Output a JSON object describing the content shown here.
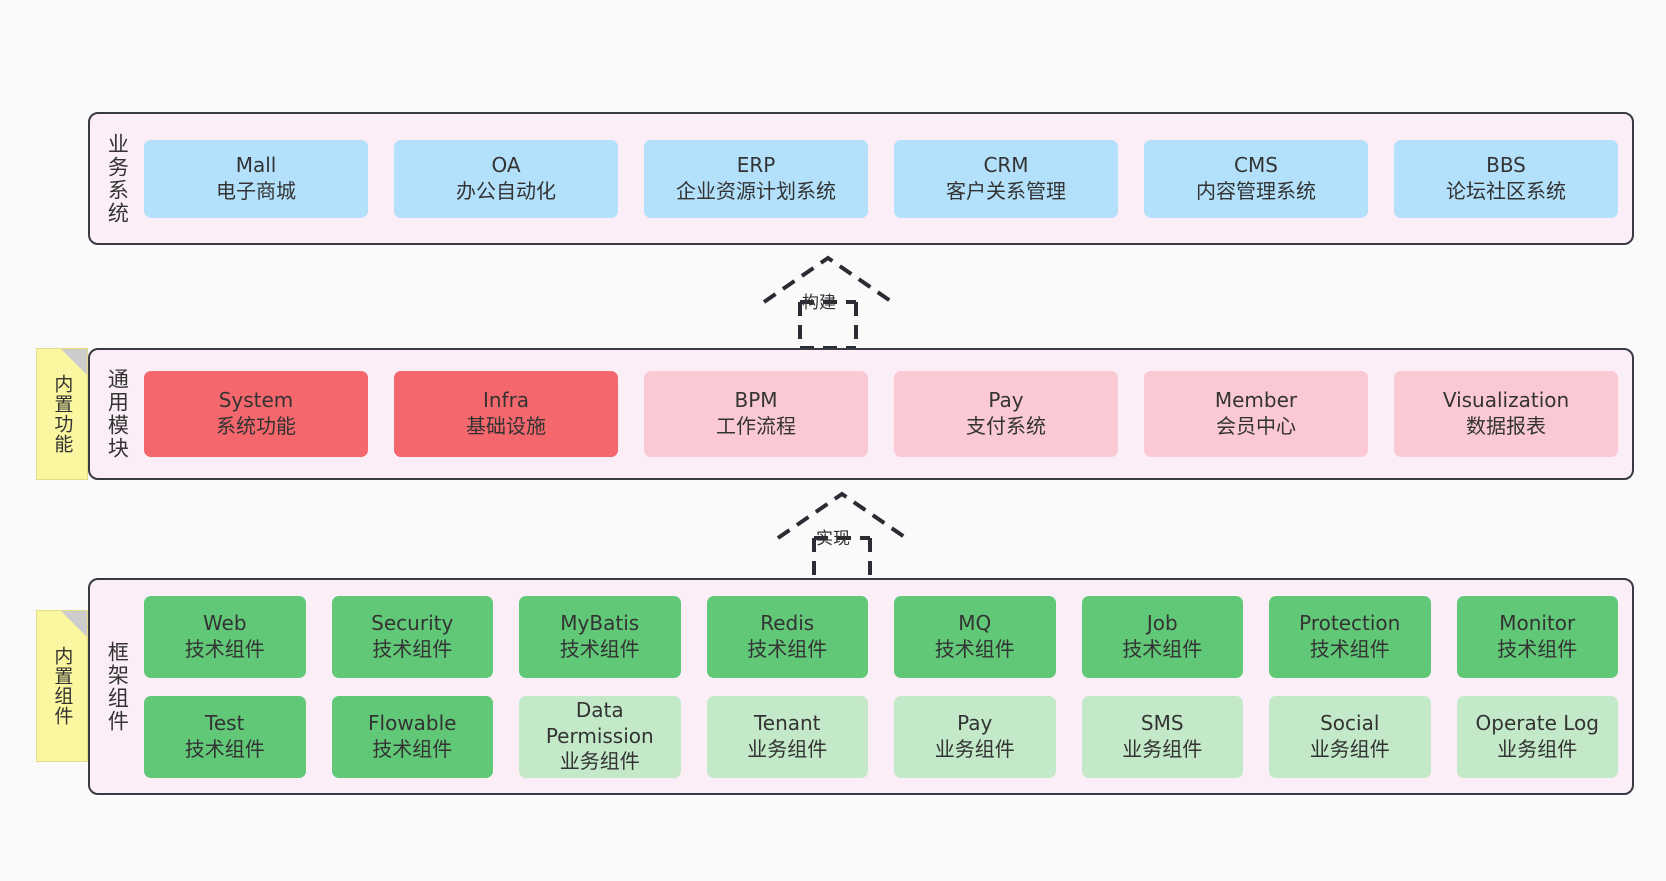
{
  "diagram": {
    "title_hidden": "",
    "colors": {
      "panel_bg": "#fbeef7",
      "panel_border": "#3a3a44",
      "business_card": "#b3e0fb",
      "module_core": "#f4676d",
      "module_plain": "#fbc9d4",
      "tech_component": "#61c878",
      "biz_component": "#c3e9c9",
      "sticky": "#fbf6a0",
      "background": "#fafafa"
    }
  },
  "layers": {
    "business": {
      "title": "业务系统",
      "cards": [
        {
          "en": "Mall",
          "cn": "电子商城"
        },
        {
          "en": "OA",
          "cn": "办公自动化"
        },
        {
          "en": "ERP",
          "cn": "企业资源计划系统"
        },
        {
          "en": "CRM",
          "cn": "客户关系管理"
        },
        {
          "en": "CMS",
          "cn": "内容管理系统"
        },
        {
          "en": "BBS",
          "cn": "论坛社区系统"
        }
      ]
    },
    "modules": {
      "title": "通用模块",
      "sticky": "内置功能",
      "cards": [
        {
          "en": "System",
          "cn": "系统功能"
        },
        {
          "en": "Infra",
          "cn": "基础设施"
        },
        {
          "en": "BPM",
          "cn": "工作流程"
        },
        {
          "en": "Pay",
          "cn": "支付系统"
        },
        {
          "en": "Member",
          "cn": "会员中心"
        },
        {
          "en": "Visualization",
          "cn": "数据报表"
        }
      ]
    },
    "framework": {
      "title": "框架组件",
      "sticky": "内置组件",
      "row1": [
        {
          "en": "Web",
          "cn": "技术组件"
        },
        {
          "en": "Security",
          "cn": "技术组件"
        },
        {
          "en": "MyBatis",
          "cn": "技术组件"
        },
        {
          "en": "Redis",
          "cn": "技术组件"
        },
        {
          "en": "MQ",
          "cn": "技术组件"
        },
        {
          "en": "Job",
          "cn": "技术组件"
        },
        {
          "en": "Protection",
          "cn": "技术组件"
        },
        {
          "en": "Monitor",
          "cn": "技术组件"
        }
      ],
      "row2": [
        {
          "en": "Test",
          "cn": "技术组件"
        },
        {
          "en": "Flowable",
          "cn": "技术组件"
        },
        {
          "en": "Data Permission",
          "cn": "业务组件"
        },
        {
          "en": "Tenant",
          "cn": "业务组件"
        },
        {
          "en": "Pay",
          "cn": "业务组件"
        },
        {
          "en": "SMS",
          "cn": "业务组件"
        },
        {
          "en": "Social",
          "cn": "业务组件"
        },
        {
          "en": "Operate Log",
          "cn": "业务组件"
        }
      ]
    }
  },
  "connectors": {
    "build": "构建",
    "realize": "实现"
  }
}
